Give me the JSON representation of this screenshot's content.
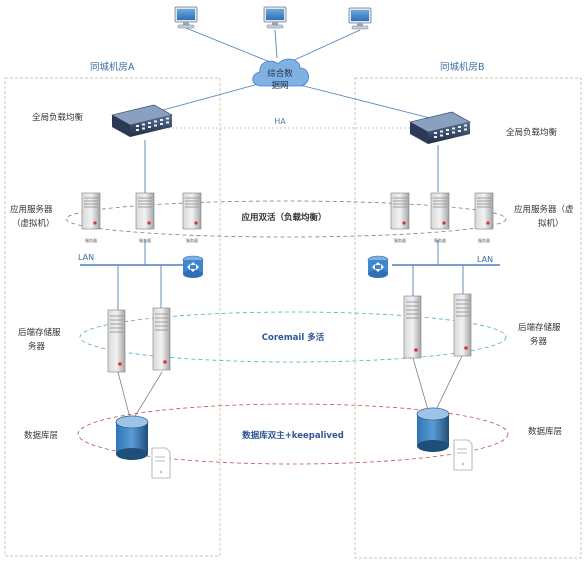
{
  "cloud": {
    "line1": "综合数",
    "line2": "据网"
  },
  "rooms": {
    "a": "同城机房A",
    "b": "同城机房B"
  },
  "ha_label": "HA",
  "left_labels": {
    "glb": "全局负载均衡",
    "app_line1": "应用服务器",
    "app_line2": "（虚拟机）",
    "storage_line1": "后端存储服",
    "storage_line2": "务器",
    "db": "数据库层"
  },
  "right_labels": {
    "glb": "全局负载均衡",
    "app_line1": "应用服务器（虚",
    "app_line2": "拟机）",
    "storage_line1": "后端存储服",
    "storage_line2": "务器",
    "db": "数据库层"
  },
  "lan": {
    "left": "LAN",
    "right": "LAN"
  },
  "center_labels": {
    "app": "应用双活（负载均衡）",
    "coremail": "Coremail 多活",
    "db": "数据库双主+keepalived"
  },
  "server_caption": "服务器",
  "colors": {
    "accent_blue": "#4f81bd",
    "room_border": "#c8c8a8",
    "ellipse_app": "#7f7f7f",
    "ellipse_coremail": "#4bacc6",
    "ellipse_db": "#c0504d"
  }
}
